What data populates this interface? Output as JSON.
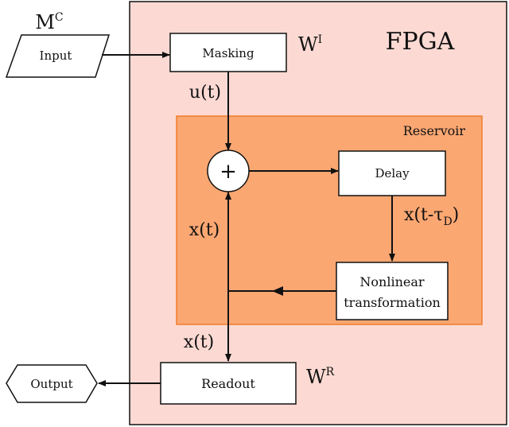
{
  "fpga": {
    "title": "FPGA",
    "fill_color": "#fcdad3"
  },
  "reservoir": {
    "label": "Reservoir",
    "fill_color": "#fba772",
    "border_color": "#f07c2c"
  },
  "input": {
    "label": "Input",
    "source_symbol": "M",
    "source_superscript": "C"
  },
  "masking": {
    "label": "Masking",
    "weight_symbol": "W",
    "weight_superscript": "I"
  },
  "signal_u": "u(t)",
  "summer": {
    "symbol": "+"
  },
  "delay": {
    "label": "Delay",
    "output_label_prefix": "x(t-τ",
    "output_label_subscript": "D",
    "output_label_suffix": ")"
  },
  "nonlinear": {
    "label_line1": "Nonlinear",
    "label_line2": "transformation"
  },
  "signal_x_feedback": "x(t)",
  "signal_x_readout": "x(t)",
  "readout": {
    "label": "Readout",
    "weight_symbol": "W",
    "weight_superscript": "R"
  },
  "output": {
    "label": "Output"
  },
  "colors": {
    "line": "#111111",
    "box_fill": "#ffffff"
  }
}
